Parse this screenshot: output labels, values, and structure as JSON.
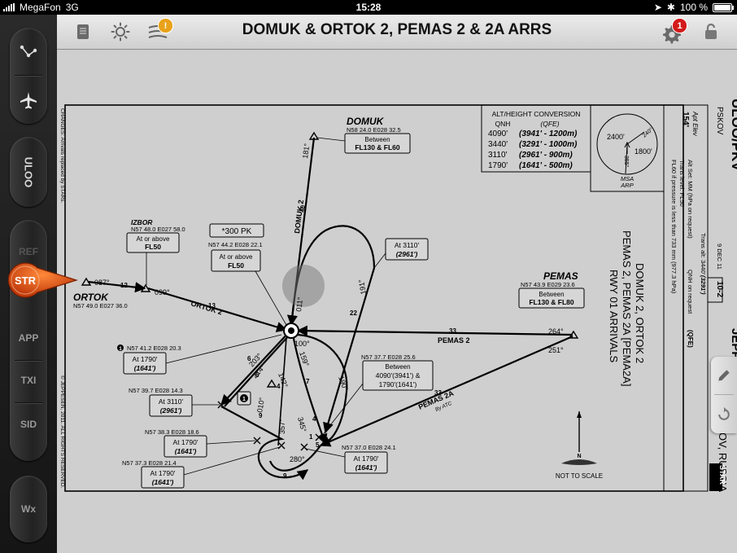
{
  "status_bar": {
    "carrier": "MegaFon",
    "network": "3G",
    "time": "15:28",
    "battery": "100 %"
  },
  "sidebar": {
    "nav_items": [
      "REF",
      "STR",
      "APP",
      "TXI",
      "SID"
    ],
    "active_item": "STR",
    "airport_button": "ULOO",
    "wx_button": "Wx",
    "top_icons": [
      "route-icon",
      "airplane-icon"
    ]
  },
  "header": {
    "title": "DOMUK & ORTOK 2, PEMAS 2 & 2A ARRS",
    "alerts_badge": "!",
    "settings_badge": "1",
    "icons": [
      "document-icon",
      "sun-brightness-icon",
      "alert-stack-icon",
      "gear-icon",
      "lock-icon"
    ]
  },
  "chart": {
    "airport_code": "ULOO/PKV",
    "city": "PSKOV",
    "country": "PSKOV, RUSSIA",
    "brand": "JEPPESEN",
    "date": "9 DEC 11",
    "chart_index": "10-2",
    "apt_elev_label": "Apt Elev",
    "apt_elev_value": "154'",
    "star_tag": "STAR",
    "qfe_label": "(QFE)",
    "alt_set": "Alt Set: MM (hPa on request)",
    "qnh_on_request": "QNH on request",
    "trans_level": "Trans level: FL50",
    "fl60_note": "FL60 if pressure is less than 733 mm (977.3 hPa)",
    "trans_alt_prefix": "Trans alt: 3440'",
    "trans_alt_qfe": "(3291')",
    "procedure_title_1": "DOMUK 2, ORTOK 2",
    "procedure_title_2": "PEMAS 2, PEMAS 2A [PEMA2A]",
    "procedure_title_3": "RWY 01 ARRIVALS",
    "changes_note": "CHANGES: Arrivals replaced by STARs.",
    "copyright": "© JEPPESEN, 2011. ALL RIGHTS RESERVED.",
    "not_to_scale": "NOT TO SCALE",
    "north": "N",
    "conversion": {
      "title": "ALT/HEIGHT CONVERSION",
      "qnh_header": "QNH",
      "qfe_header": "(QFE)",
      "rows": [
        {
          "qnh": "4090'",
          "qfe": "(3941' - 1200m)"
        },
        {
          "qnh": "3440'",
          "qfe": "(3291' - 1000m)"
        },
        {
          "qnh": "3110'",
          "qfe": "(2961' - 900m)"
        },
        {
          "qnh": "1790'",
          "qfe": "(1641' - 500m)"
        }
      ]
    },
    "msa": {
      "label_1": "MSA",
      "label_2": "ARP",
      "alt_left": "2400'",
      "alt_right": "1800'",
      "bearing_1": "240°",
      "bearing_2": "355°"
    },
    "fixes": {
      "domuk": {
        "name": "DOMUK",
        "coords": "N58 24.0 E028 32.5",
        "constraint_label": "Between",
        "constraint_value": "FL130 & FL60"
      },
      "izbor": {
        "name": "IZBOR",
        "coords": "N57 48.0 E027 58.0",
        "constraint_label": "At or above",
        "constraint_value": "FL50"
      },
      "pk300": {
        "name": "*300 PK",
        "coords": "N57 44.2 E028 22.1",
        "constraint_label": "At or above",
        "constraint_value": "FL50"
      },
      "ortok": {
        "name": "ORTOK",
        "coords": "N57 49.0 E027 36.0"
      },
      "pemas": {
        "name": "PEMAS",
        "coords": "N57 43.9 E029 23.6",
        "constraint_label": "Between",
        "constraint_value": "FL130 & FL80"
      }
    },
    "waypoints": [
      {
        "note": "1",
        "coords": "N57 41.2 E028 20.3",
        "alt": "At 1790'",
        "qfe": "(1641')"
      },
      {
        "coords": "N57 39.7 E028 14.3",
        "alt": "At 3110'",
        "qfe": "(2961')"
      },
      {
        "coords": "N57 38.3 E028 18.6",
        "alt": "At 1790'",
        "qfe": "(1641')"
      },
      {
        "coords": "N57 37.3 E028 21.4",
        "alt": "At 1790'",
        "qfe": "(1641')"
      },
      {
        "coords": "N57 37.0 E028 24.1",
        "alt": "At 1790'",
        "qfe": "(1641')"
      },
      {
        "coords": "N57 37.7 E028 25.6",
        "between": "Between",
        "alt": "4090'(3941') &",
        "qfe": "1790'(1641')"
      }
    ],
    "hold_constraint": {
      "alt": "At 3110'",
      "qfe": "(2961')"
    },
    "routes": {
      "ortok2": "ORTOK 2",
      "domuk2": "DOMUK 2",
      "pemas2": "PEMAS 2",
      "pemas2a": "PEMAS 2A",
      "by_atc": "By ATC",
      "bearings": [
        "087°",
        "099°",
        "181°",
        "264°",
        "251°",
        "011°",
        "191°",
        "100°",
        "159°",
        "203°",
        "214°",
        "142°",
        "010°",
        "357°",
        "345°",
        "280°",
        "190°"
      ],
      "distances": [
        "12",
        "13",
        "40",
        "33",
        "33",
        "22",
        "6",
        "6",
        "9",
        "9",
        "7",
        "4",
        "4",
        "5",
        "1"
      ]
    }
  }
}
